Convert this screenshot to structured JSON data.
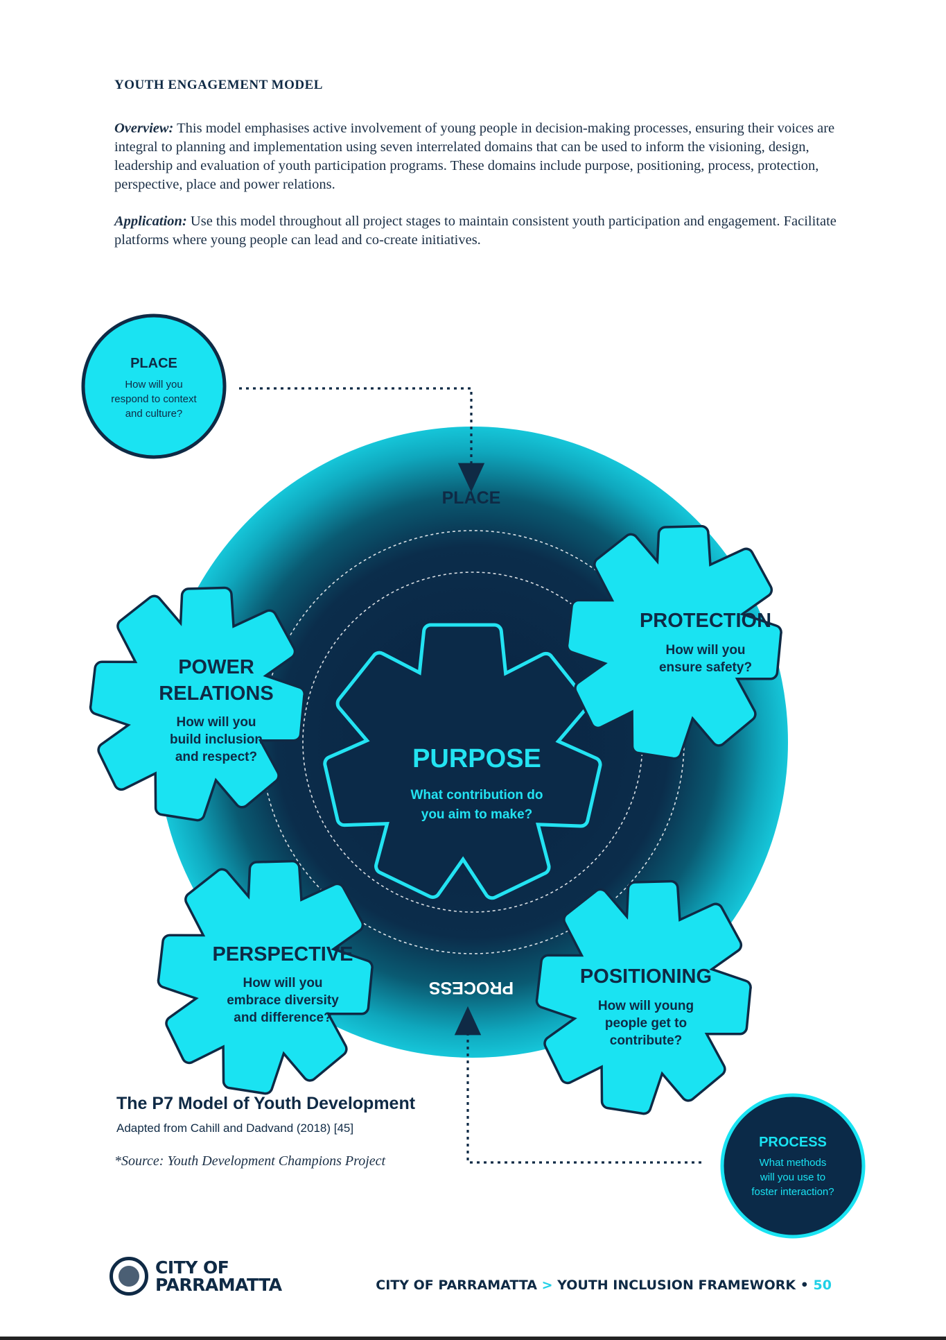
{
  "heading": "YOUTH ENGAGEMENT MODEL",
  "overview": {
    "label": "Overview:",
    "text": " This model emphasises active involvement of young people in decision-making processes, ensuring their voices are integral to planning and implementation using seven interrelated domains that can be used to inform the visioning, design, leadership and evaluation of youth participation programs. These domains include purpose, positioning, process, protection, perspective, place and power relations."
  },
  "application": {
    "label": "Application:",
    "text": " Use this model throughout all project stages to maintain consistent youth participation and engagement. Facilitate platforms where young people can lead and co-create initiatives."
  },
  "diagram": {
    "place_bubble": {
      "title": "PLACE",
      "lines": [
        "How will you",
        "respond to context",
        "and culture?"
      ]
    },
    "process_bubble": {
      "title": "PROCESS",
      "lines": [
        "What methods",
        "will you use to",
        "foster interaction?"
      ]
    },
    "ring_place_label": "PLACE",
    "ring_process_label": "PROCESS",
    "purpose": {
      "title": "PURPOSE",
      "lines": [
        "What contribution do",
        "you aim to make?"
      ]
    },
    "power_relations": {
      "title_lines": [
        "POWER",
        "RELATIONS"
      ],
      "lines": [
        "How will you",
        "build inclusion",
        "and respect?"
      ]
    },
    "protection": {
      "title_lines": [
        "PROTECTION"
      ],
      "lines": [
        "How will you",
        "ensure safety?"
      ]
    },
    "perspective": {
      "title_lines": [
        "PERSPECTIVE"
      ],
      "lines": [
        "How will you",
        "embrace diversity",
        "and difference?"
      ]
    },
    "positioning": {
      "title_lines": [
        "POSITIONING"
      ],
      "lines": [
        "How will young",
        "people get to",
        "contribute?"
      ]
    },
    "caption_title": "The P7 Model of Youth Development",
    "caption_sub": "Adapted from Cahill and Dadvand (2018) [45]",
    "caption_source": "*Source: Youth Development Champions Project"
  },
  "footer": {
    "logo_line1": "CITY OF",
    "logo_line2": "PARRAMATTA",
    "org": "CITY OF PARRAMATTA",
    "separator": ">",
    "doc": "YOUTH INCLUSION FRAMEWORK",
    "bullet": "•",
    "page": "50"
  },
  "colors": {
    "navy": "#0f2a45",
    "cyan": "#1ae3f2",
    "teal_ring": "#10b7c9"
  }
}
